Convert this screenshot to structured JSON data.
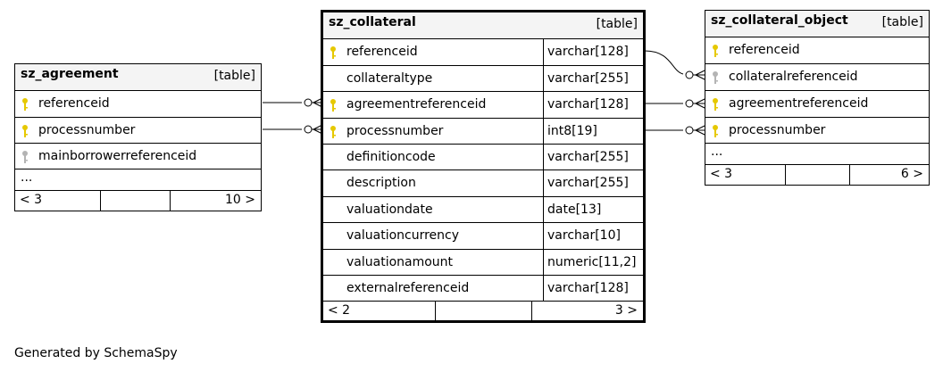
{
  "tables": {
    "sz_agreement": {
      "name": "sz_agreement",
      "type": "[table]",
      "columns": [
        {
          "name": "referenceid",
          "key": "primary"
        },
        {
          "name": "processnumber",
          "key": "primary"
        },
        {
          "name": "mainborrowerreferenceid",
          "key": "foreign"
        }
      ],
      "ellipsis": "...",
      "prev": "< 3",
      "next": "10 >"
    },
    "sz_collateral": {
      "name": "sz_collateral",
      "type": "[table]",
      "columns": [
        {
          "name": "referenceid",
          "type": "varchar[128]",
          "key": "primary"
        },
        {
          "name": "collateraltype",
          "type": "varchar[255]",
          "key": "none"
        },
        {
          "name": "agreementreferenceid",
          "type": "varchar[128]",
          "key": "primary"
        },
        {
          "name": "processnumber",
          "type": "int8[19]",
          "key": "primary"
        },
        {
          "name": "definitioncode",
          "type": "varchar[255]",
          "key": "none"
        },
        {
          "name": "description",
          "type": "varchar[255]",
          "key": "none"
        },
        {
          "name": "valuationdate",
          "type": "date[13]",
          "key": "none"
        },
        {
          "name": "valuationcurrency",
          "type": "varchar[10]",
          "key": "none"
        },
        {
          "name": "valuationamount",
          "type": "numeric[11,2]",
          "key": "none"
        },
        {
          "name": "externalreferenceid",
          "type": "varchar[128]",
          "key": "none"
        }
      ],
      "prev": "< 2",
      "next": "3 >"
    },
    "sz_collateral_object": {
      "name": "sz_collateral_object",
      "type": "[table]",
      "columns": [
        {
          "name": "referenceid",
          "key": "primary"
        },
        {
          "name": "collateralreferenceid",
          "key": "foreign"
        },
        {
          "name": "agreementreferenceid",
          "key": "primary"
        },
        {
          "name": "processnumber",
          "key": "primary"
        }
      ],
      "ellipsis": "...",
      "prev": "< 3",
      "next": "6 >"
    }
  },
  "colors": {
    "primary_key": "#e6c800",
    "foreign_key": "#b4b4b4",
    "header_bg": "#f4f4f4"
  },
  "footer_text": "Generated by SchemaSpy"
}
